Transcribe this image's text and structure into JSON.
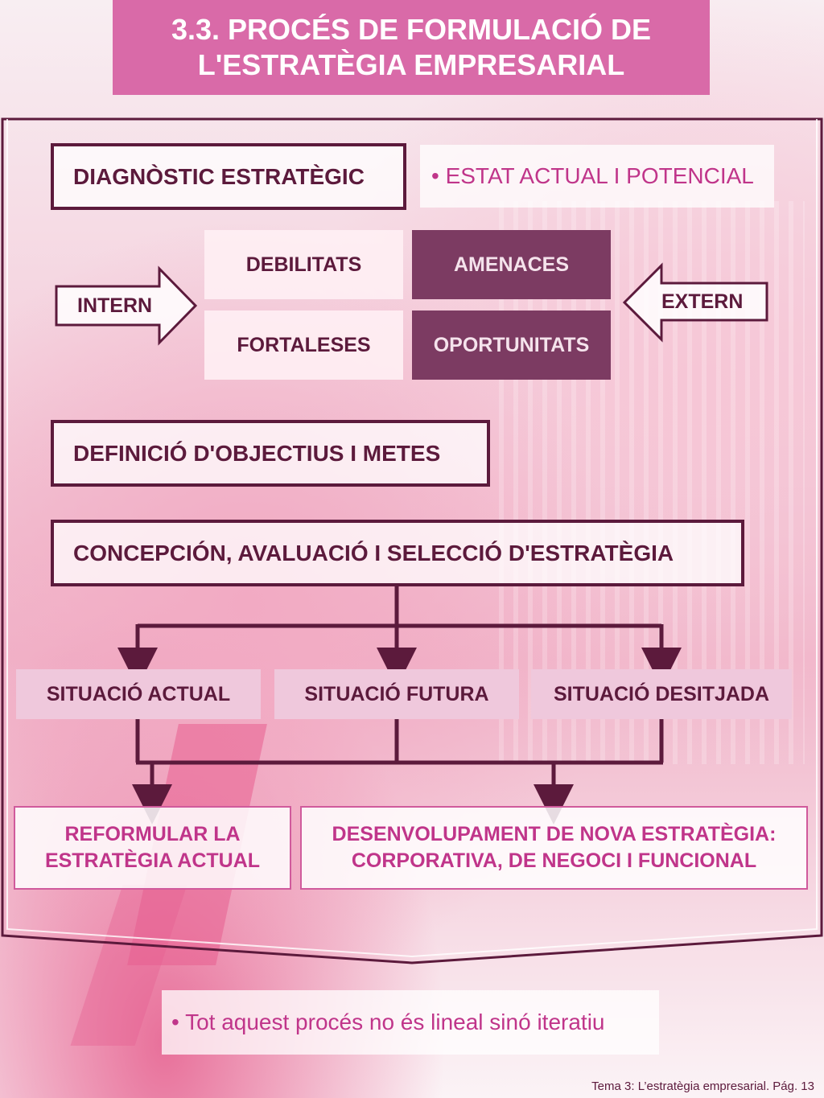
{
  "title": {
    "line1": "3.3. PROCÉS DE FORMULACIÓ DE",
    "line2": "L'ESTRATÈGIA EMPRESARIAL"
  },
  "diagnostic": {
    "label": "DIAGNÒSTIC ESTRATÈGIC",
    "note": "• ESTAT ACTUAL I POTENCIAL"
  },
  "swot": {
    "debilitats": "DEBILITATS",
    "amenaces": "AMENACES",
    "fortaleses": "FORTALESES",
    "oportunitats": "OPORTUNITATS",
    "intern": "INTERN",
    "extern": "EXTERN"
  },
  "objectius": "DEFINICIÓ D'OBJECTIUS I METES",
  "concepcion": "CONCEPCIÓN, AVALUACIÓ I SELECCIÓ D'ESTRATÈGIA",
  "situacions": [
    "SITUACIÓ ACTUAL",
    "SITUACIÓ FUTURA",
    "SITUACIÓ DESITJADA"
  ],
  "outcomes": {
    "reformular": {
      "line1": "REFORMULAR LA",
      "line2": "ESTRATÈGIA ACTUAL"
    },
    "desenvolupament": {
      "line1": "DESENVOLUPAMENT DE NOVA ESTRATÈGIA:",
      "line2": "CORPORATIVA, DE NEGOCI I FUNCIONAL"
    }
  },
  "bottom_note": "• Tot aquest procés no és lineal sinó iteratiu",
  "footer": "Tema 3: L’estratègia empresarial. Pág. 13",
  "colors": {
    "title_bg": "#d96aa8",
    "dark": "#5c1a3c",
    "accent": "#c0358a",
    "swot_dark": "#7c3b62"
  }
}
